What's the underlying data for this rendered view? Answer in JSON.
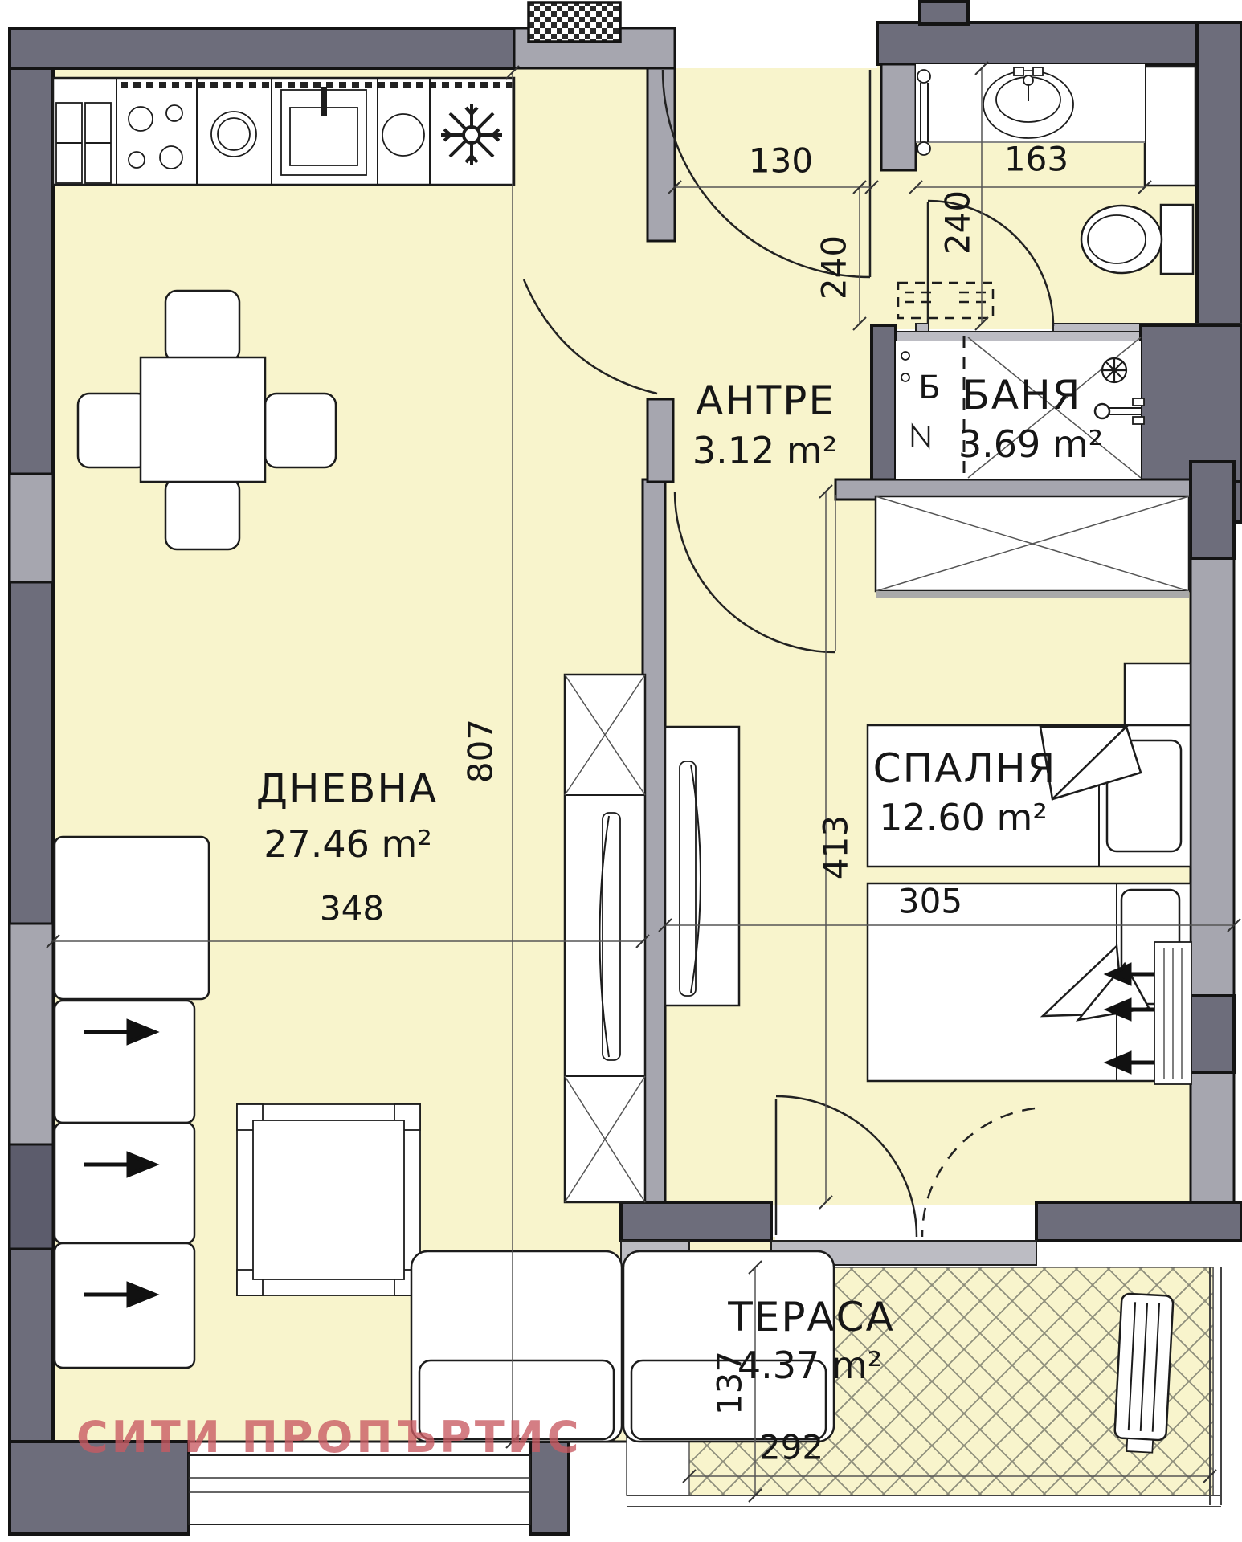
{
  "plan": {
    "watermark": "СИТИ ПРОПЪРТИС"
  },
  "rooms": {
    "living": {
      "name": "ДНЕВНА",
      "area": "27.46 m²"
    },
    "hall": {
      "name": "АНТРЕ",
      "area": "3.12 m²"
    },
    "bath": {
      "name": "БАНЯ",
      "area": "3.69 m²",
      "tag": "Б"
    },
    "bedroom": {
      "name": "СПАЛНЯ",
      "area": "12.60 m²"
    },
    "terrace": {
      "name": "ТЕРАСА",
      "area": "4.37 m²"
    }
  },
  "dims": {
    "entry_width": "130",
    "hall_height": "240",
    "wc_height": "240",
    "basin_width": "163",
    "living_width": "348",
    "living_height": "807",
    "bedroom_height": "413",
    "bed_length": "305",
    "terrace_depth": "137",
    "terrace_width": "292"
  },
  "colors": {
    "floor": "#f8f4cc",
    "wall_dark": "#6d6d7b",
    "wall_light": "#a6a6af",
    "watermark": "#c95a62"
  }
}
